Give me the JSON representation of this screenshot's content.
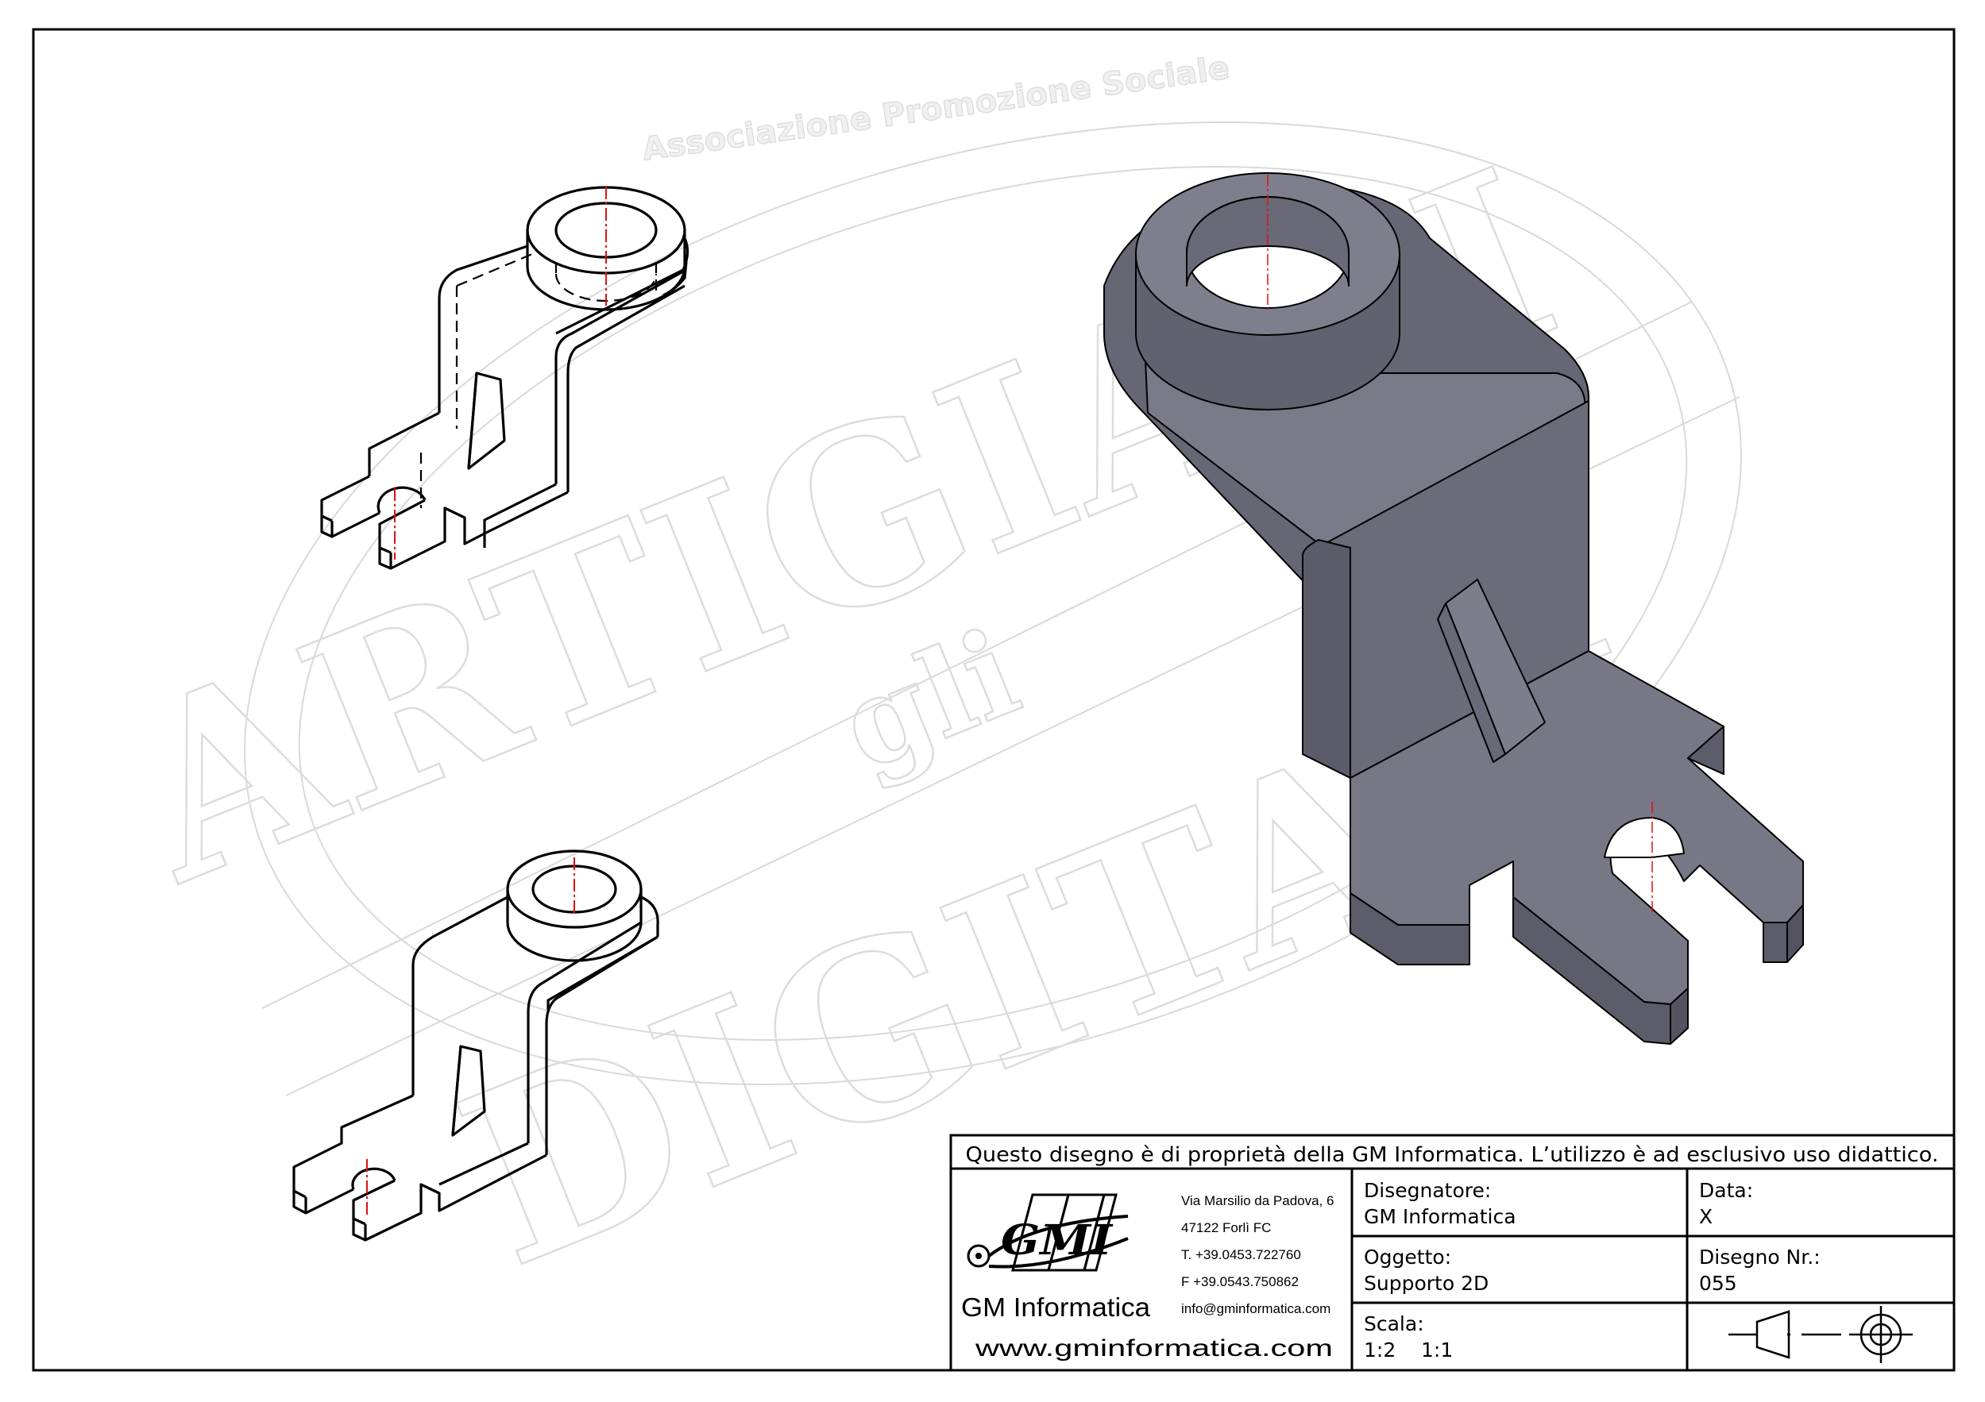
{
  "watermark": {
    "arc_text": "Associazione Promozione Sociale",
    "word_top": "ARTIGIANI",
    "word_mid": "gli",
    "word_bottom": "DIGITALI"
  },
  "title_block": {
    "notice": "Questo disegno è di proprietà della GM Informatica. L’utilizzo è ad esclusivo uso didattico.",
    "company": {
      "logo_text": "GMI",
      "name": "GM Informatica",
      "address_line1": "Via Marsilio da Padova, 6",
      "address_line2": "47122  Forlì  FC",
      "phone": "T. +39.0453.722760",
      "fax": "F +39.0543.750862",
      "email": "info@gminformatica.com",
      "website": "www.gminformatica.com"
    },
    "designer_label": "Disegnatore:",
    "designer_value": "GM  Informatica",
    "date_label": "Data:",
    "date_value": "X",
    "object_label": "Oggetto:",
    "object_value": "Supporto  2D",
    "drawing_no_label": "Disegno  Nr.:",
    "drawing_no_value": "055",
    "scale_label": "Scala:",
    "scale_value": "1:2    1:1"
  },
  "colors": {
    "border": "#000000",
    "line": "#000000",
    "axis": "#e01010",
    "solid_face": "#72717f",
    "solid_side": "#5e5d6b",
    "solid_top": "#7c7b89",
    "watermark": "#d6d6d6"
  },
  "icons": [
    "gmi-logo-icon",
    "projection-symbol-icon"
  ]
}
